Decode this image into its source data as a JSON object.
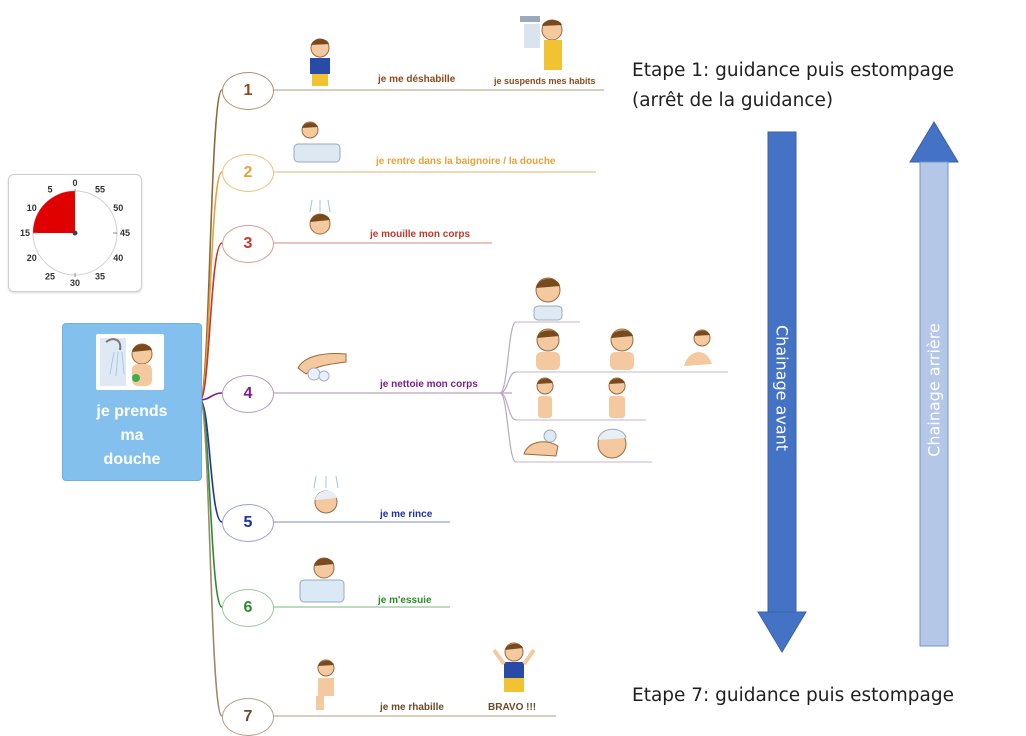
{
  "center": {
    "title_lines": [
      "je prends",
      "ma",
      "douche"
    ]
  },
  "timer": {
    "labels": [
      "0",
      "5",
      "10",
      "15",
      "20",
      "25",
      "30",
      "35",
      "40",
      "45",
      "50",
      "55"
    ],
    "set_minutes": 15
  },
  "steps": [
    {
      "number": "1",
      "color": "#8b4a1e",
      "actions": [
        "je me déshabille",
        "je suspends mes habits"
      ]
    },
    {
      "number": "2",
      "color": "#e6a23c",
      "actions": [
        "je rentre dans la baignoire / la douche"
      ]
    },
    {
      "number": "3",
      "color": "#c0392b",
      "actions": [
        "je mouille mon corps"
      ]
    },
    {
      "number": "4",
      "color": "#7b1f86",
      "actions": [
        "je nettoie mon corps"
      ]
    },
    {
      "number": "5",
      "color": "#1f2fa6",
      "actions": [
        "je me rince"
      ]
    },
    {
      "number": "6",
      "color": "#2e8b2e",
      "actions": [
        "je m'essuie"
      ]
    },
    {
      "number": "7",
      "color": "#6b4a2a",
      "actions": [
        "je me rhabille",
        "BRAVO !!!"
      ]
    }
  ],
  "annotations": {
    "etape1_line1": "Etape 1: guidance puis estompage",
    "etape1_line2": "(arrêt de la guidance)",
    "etape7": "Etape 7: guidance puis estompage",
    "forward": "Chainage  avant",
    "backward": "Chainage  arrière"
  },
  "colors": {
    "arrow_dark": "#4472c4",
    "arrow_light": "#b4c7e7",
    "timer_red": "#e00000",
    "center_box": "#84c0ee"
  }
}
